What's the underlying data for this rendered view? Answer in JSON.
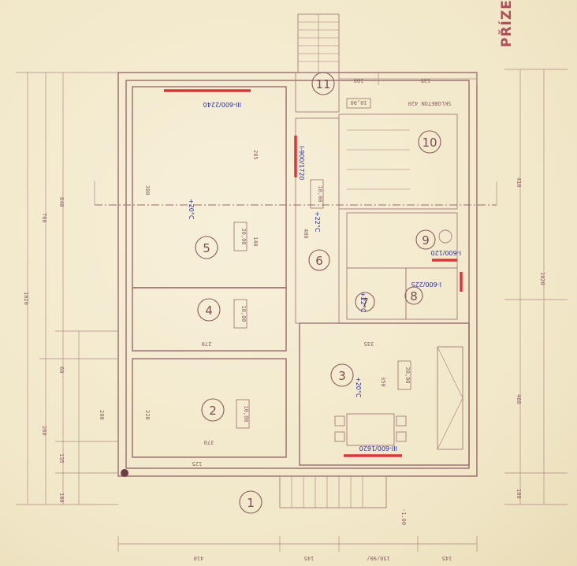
{
  "title": "PŘÍZE",
  "rooms": [
    {
      "id": "r1",
      "num": "1"
    },
    {
      "id": "r2",
      "num": "2",
      "area": "10,00"
    },
    {
      "id": "r3",
      "num": "3",
      "area": "20,00"
    },
    {
      "id": "r4",
      "num": "4",
      "area": "10,00"
    },
    {
      "id": "r5",
      "num": "5",
      "area": "20,00"
    },
    {
      "id": "r6",
      "num": "6",
      "area": "10,00"
    },
    {
      "id": "r7",
      "num": "7"
    },
    {
      "id": "r8",
      "num": "8"
    },
    {
      "id": "r9",
      "num": "9"
    },
    {
      "id": "r10",
      "num": "10"
    },
    {
      "id": "r11",
      "num": "11",
      "area": "10,00"
    }
  ],
  "annotations": {
    "r5_temp": "+20°C",
    "r5_heater": "III-600/2240",
    "r6_temp": "+22°C",
    "r3_temp": "+20°C",
    "r3_heater": "III-600/1620",
    "hall_heater": "I-900/1720",
    "r7_temp": "+22°C",
    "r9_heater": "I-600/120",
    "r8_heater": "I-600/225"
  },
  "dimensions": {
    "left_total": "1020",
    "left_a": "760",
    "left_b": "640",
    "left_c": "260",
    "left_d": "135",
    "left_e": "100",
    "left_f": "60",
    "right_a": "410",
    "right_b": "460",
    "right_c": "1020",
    "right_d": "100",
    "bottom_a": "410",
    "bottom_b": "145",
    "bottom_c": "150/90/",
    "bottom_d": "145",
    "top_a": "100",
    "top_b": "135",
    "top_c": "420",
    "r5_h": "300",
    "r5_w": "285",
    "r4_w": "270",
    "r3_w": "350",
    "r3_d": "335",
    "r2_w": "370",
    "r2_h": "220",
    "r2_b": "200",
    "bottom_row": "125",
    "r6_h": "480",
    "r6_w": "140"
  },
  "labels": {
    "skl": "SKLOBETON 420",
    "level": "-1.00"
  }
}
